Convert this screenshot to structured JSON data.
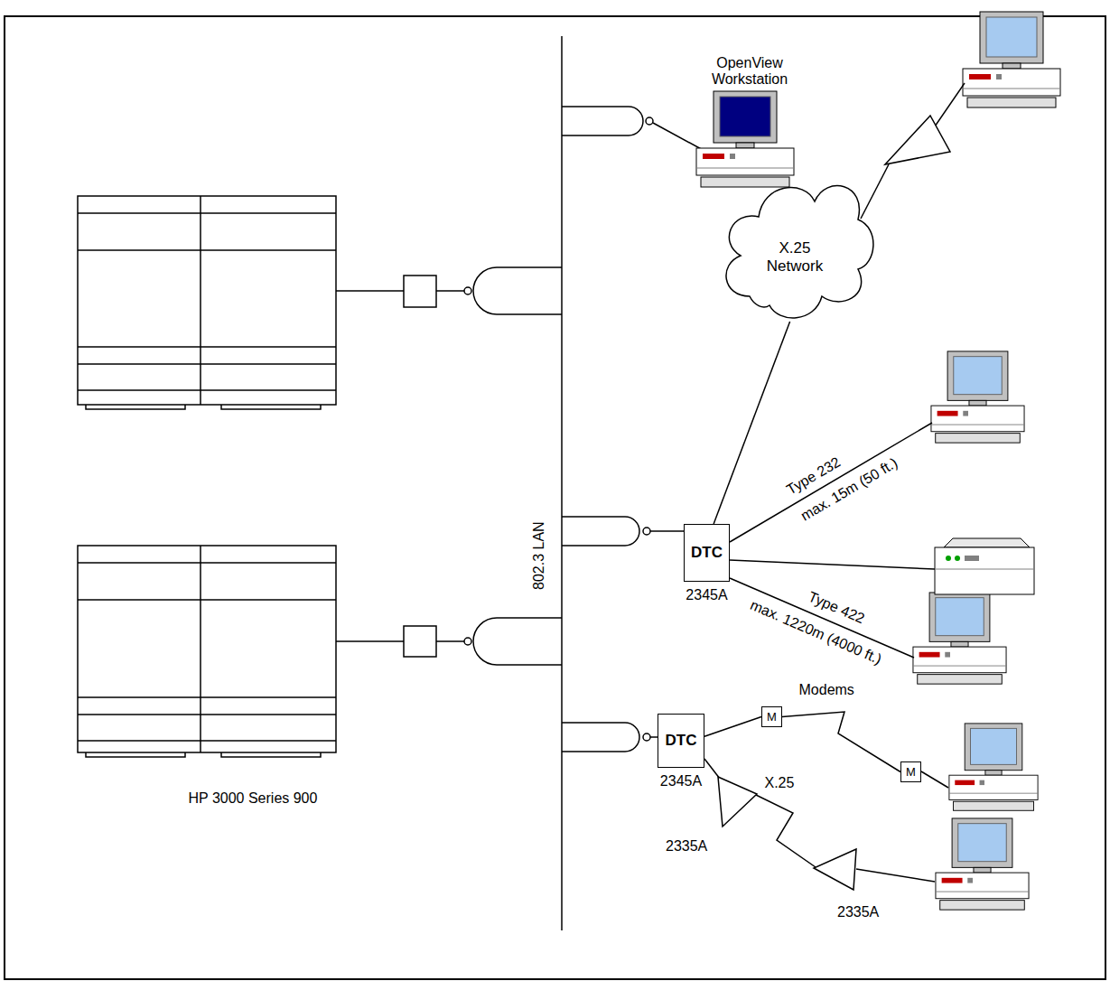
{
  "diagram": {
    "nodes": [
      {
        "text": [
          "X.25 Network"
        ]
      },
      {
        "text": [
          "DTC",
          "2345A"
        ]
      },
      {
        "text": [
          "M"
        ]
      },
      {
        "text": [
          "M"
        ]
      },
      {
        "text": [
          "DTC",
          "2345A"
        ]
      }
    ],
    "edges": [
      {
        "from": 0,
        "to": 1,
        "arrow": "none"
      },
      {
        "from": 4,
        "to": 2,
        "arrow": "none"
      },
      {
        "from": 2,
        "to": 3,
        "arrow": "none"
      }
    ],
    "labels": [
      "OpenView Workstation",
      "Type 232",
      "max. 15m (50 ft.)",
      "Type 422",
      "max. 1220m (4000 ft.)",
      "802.3 LAN",
      "HP 3000 Series 900",
      "Modems",
      "X.25",
      "2335A",
      "2335A"
    ]
  }
}
